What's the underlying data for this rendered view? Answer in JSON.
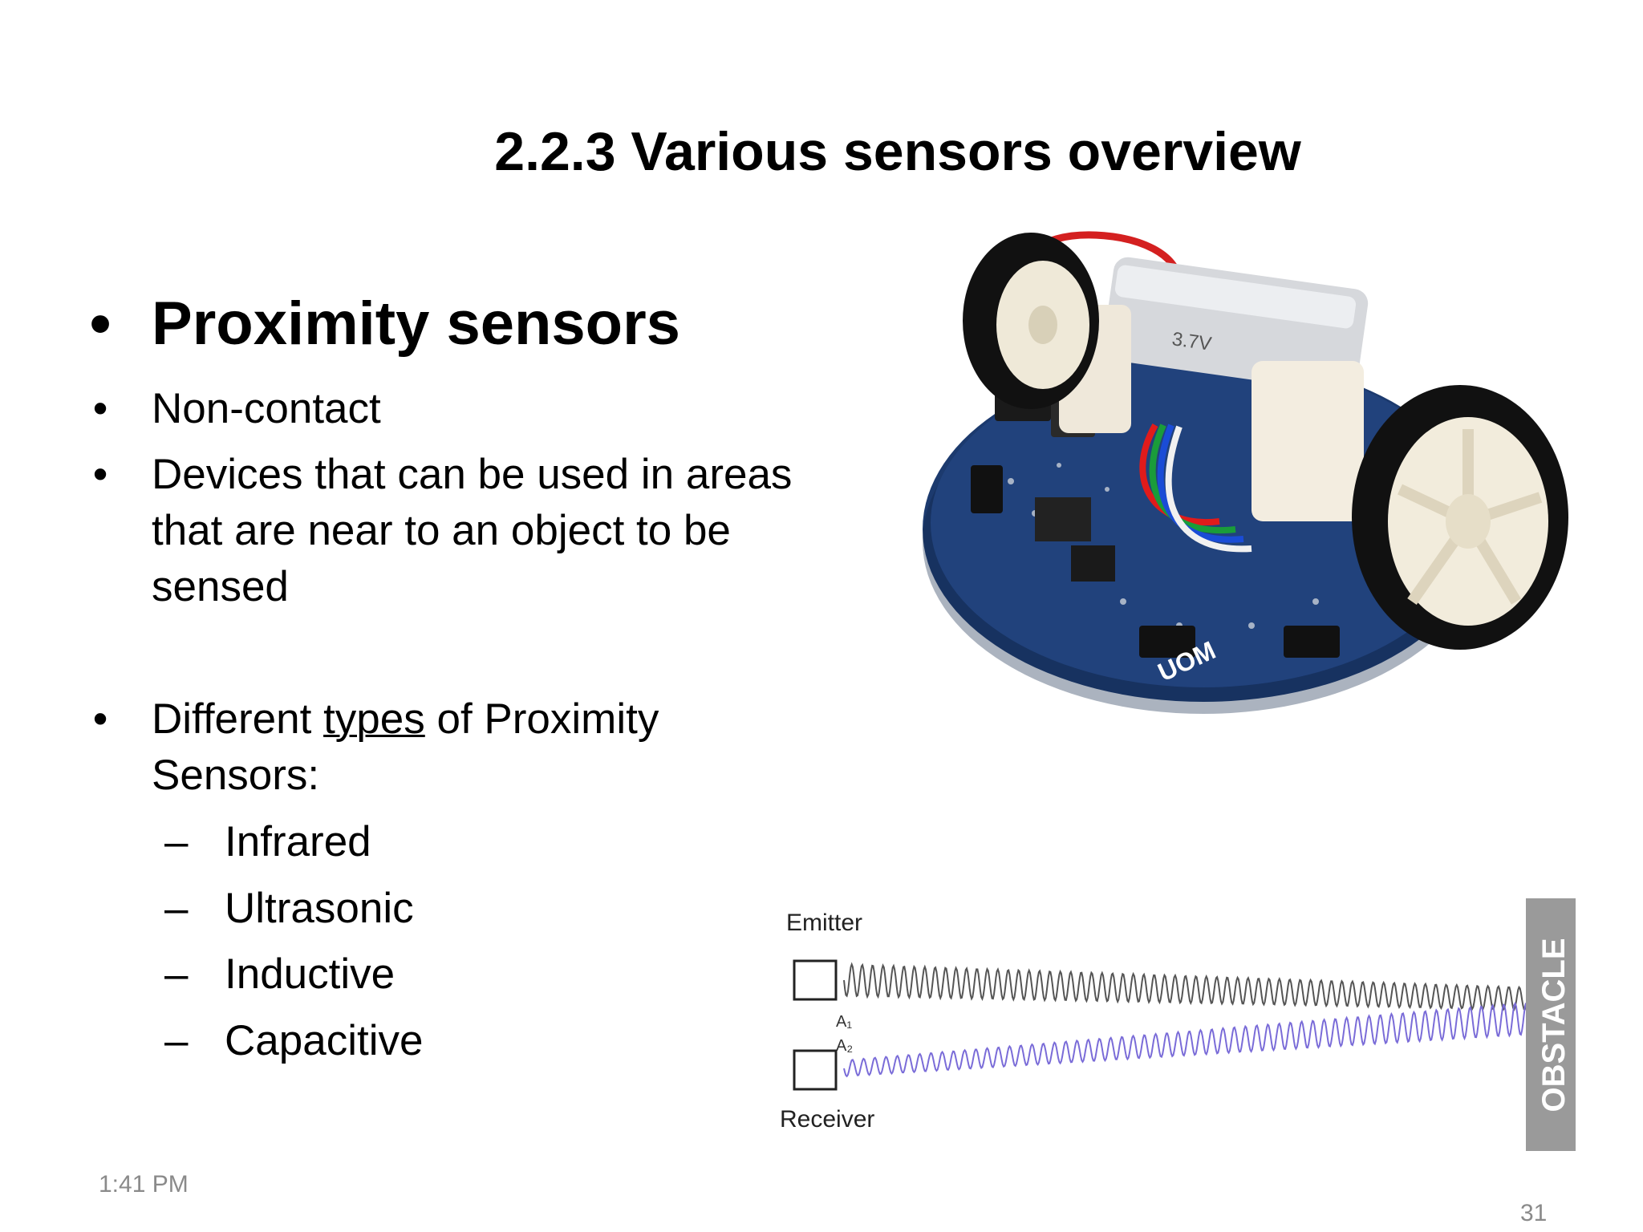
{
  "slide": {
    "title": "2.2.3 Various sensors overview",
    "bullets": [
      {
        "text": "Proximity sensors"
      },
      {
        "text": "Non-contact"
      },
      {
        "line1": "Devices that can be used in areas",
        "line2": "that are near to an object to be",
        "line3": "sensed"
      },
      {
        "pre": "Different ",
        "underlined": "types",
        "post": " of Proximity",
        "line2": "Sensors:"
      }
    ],
    "sub_items": [
      "Infrared",
      "Ultrasonic",
      "Inductive",
      "Capacitive"
    ],
    "bullet_glyph": "•",
    "dash_glyph": "–",
    "diagram": {
      "emitter_label": "Emitter",
      "receiver_label": "Receiver",
      "a1_label": "A₁",
      "a2_label": "A₂",
      "obstacle_label": "OBSTACLE",
      "emit_wave_color": "#555555",
      "recv_wave_color": "#7a6cd8"
    },
    "robot_labels": {
      "brand": "UOM",
      "battery": "3.7V"
    },
    "footer_time": "1:41 PM",
    "page_number": "31"
  }
}
